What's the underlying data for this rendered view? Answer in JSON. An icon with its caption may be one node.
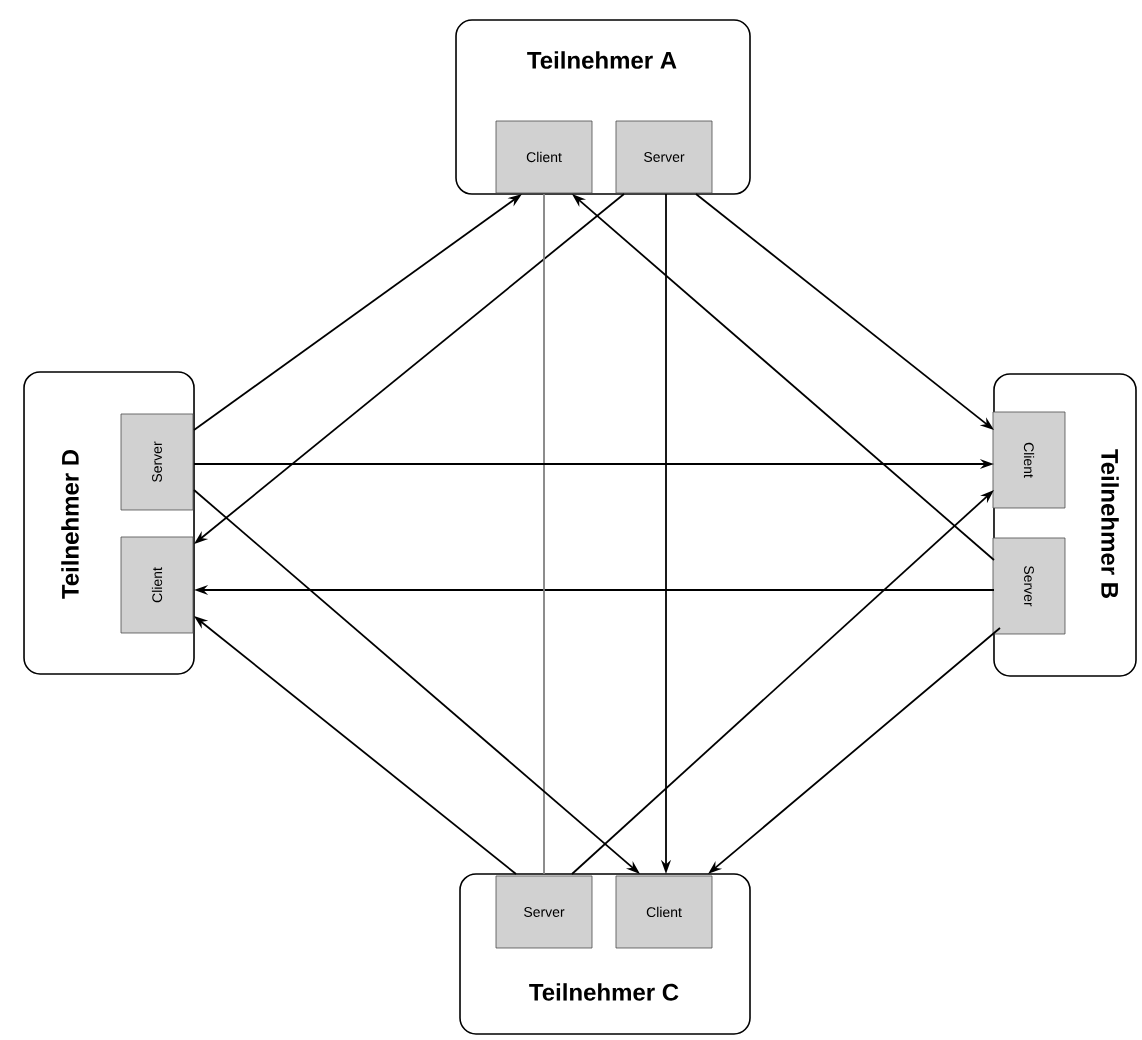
{
  "diagram": {
    "nodes": [
      {
        "text": [
          "Teilnehmer A"
        ]
      },
      {
        "text": [
          "Client"
        ],
        "in": 0
      },
      {
        "text": [
          "Server"
        ],
        "in": 0
      },
      {
        "text": [
          "Teilnehmer B"
        ]
      },
      {
        "text": [
          "Client"
        ],
        "in": 3
      },
      {
        "text": [
          "Server"
        ],
        "in": 3
      },
      {
        "text": [
          "Teilnehmer C"
        ]
      },
      {
        "text": [
          "Server"
        ],
        "in": 6
      },
      {
        "text": [
          "Client"
        ],
        "in": 6
      },
      {
        "text": [
          "Teilnehmer D"
        ]
      },
      {
        "text": [
          "Server"
        ],
        "in": 9
      },
      {
        "text": [
          "Client"
        ],
        "in": 9
      }
    ],
    "edges": [
      {
        "from": 2,
        "to": 11,
        "arrow": "to"
      },
      {
        "from": 2,
        "to": 4,
        "arrow": "to"
      },
      {
        "from": 2,
        "to": 8,
        "arrow": "to"
      },
      {
        "from": 5,
        "to": 1,
        "arrow": "to"
      },
      {
        "from": 5,
        "to": 11,
        "arrow": "to"
      },
      {
        "from": 5,
        "to": 8,
        "arrow": "to"
      },
      {
        "from": 7,
        "to": 1,
        "arrow": "none",
        "color": "#808080"
      },
      {
        "from": 7,
        "to": 4,
        "arrow": "to"
      },
      {
        "from": 7,
        "to": 11,
        "arrow": "to"
      },
      {
        "from": 10,
        "to": 1,
        "arrow": "to"
      },
      {
        "from": 10,
        "to": 4,
        "arrow": "to"
      },
      {
        "from": 10,
        "to": 8,
        "arrow": "to"
      }
    ]
  }
}
